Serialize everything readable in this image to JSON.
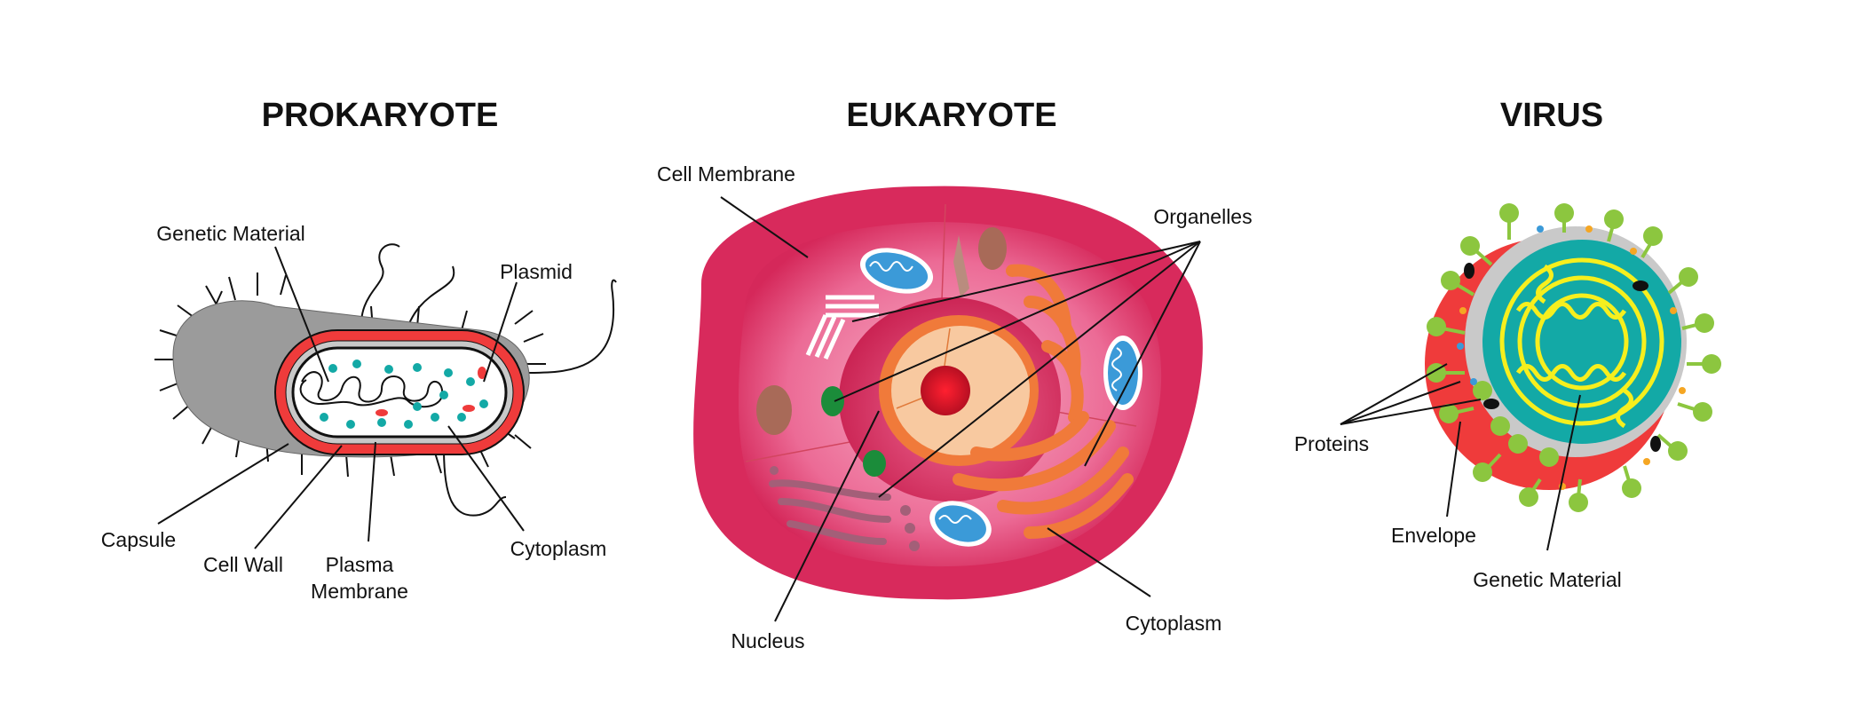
{
  "panels": {
    "prokaryote": {
      "title": "PROKARYOTE",
      "labels": {
        "genetic_material": "Genetic Material",
        "plasmid": "Plasmid",
        "capsule": "Capsule",
        "cell_wall": "Cell Wall",
        "plasma_membrane_line1": "Plasma",
        "plasma_membrane_line2": "Membrane",
        "cytoplasm": "Cytoplasm"
      }
    },
    "eukaryote": {
      "title": "EUKARYOTE",
      "labels": {
        "cell_membrane": "Cell Membrane",
        "organelles": "Organelles",
        "nucleus": "Nucleus",
        "cytoplasm": "Cytoplasm"
      }
    },
    "virus": {
      "title": "VIRUS",
      "labels": {
        "proteins": "Proteins",
        "envelope": "Envelope",
        "genetic_material": "Genetic Material"
      }
    }
  },
  "colors": {
    "capsule_gray": "#9b9b9b",
    "wall_red": "#ef3b3b",
    "cytoplasm_teal": "#13a9a6",
    "euk_membrane": "#d82a5c",
    "euk_cytoplasm": "#f28fb0",
    "er_orange": "#f07a3a",
    "mito_blue": "#3b9ad8",
    "virus_green": "#8cc63f",
    "virus_teal": "#13a9a6",
    "virus_yellow": "#f6ef1e"
  }
}
